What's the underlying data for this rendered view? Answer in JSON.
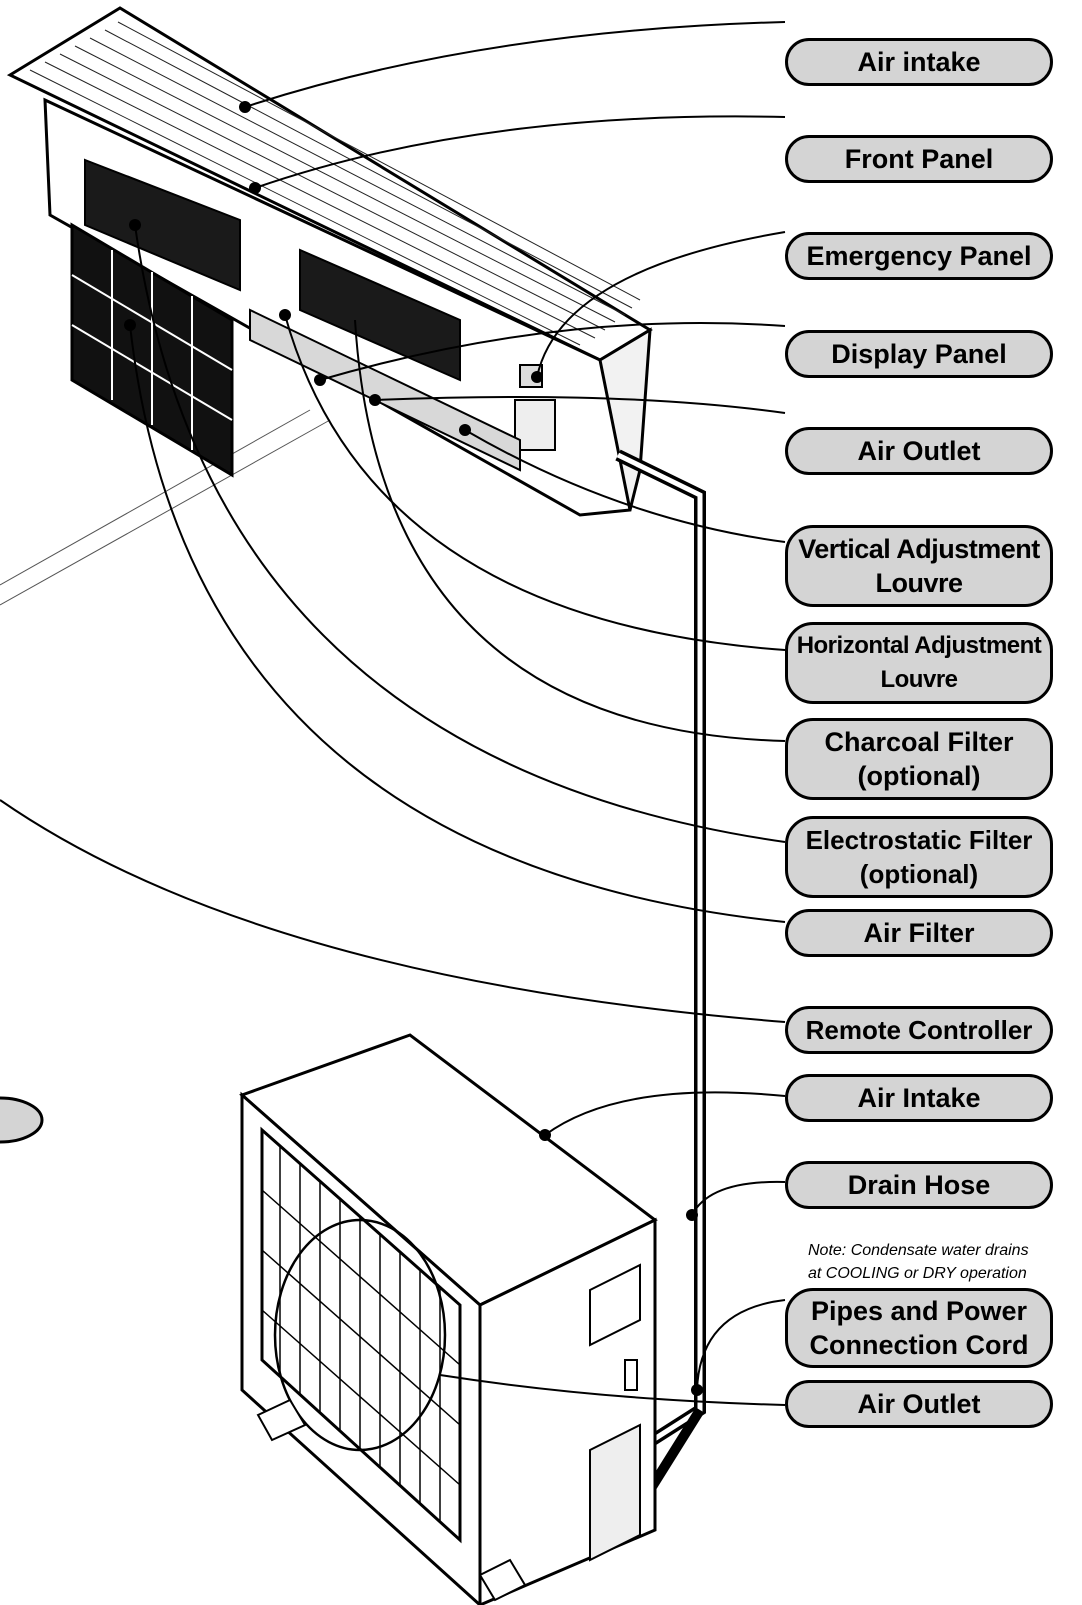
{
  "labels": {
    "air_intake_indoor": "Air intake",
    "front_panel": "Front Panel",
    "emergency_panel": "Emergency Panel",
    "display_panel": "Display Panel",
    "air_outlet_indoor": "Air Outlet",
    "vertical_louvre": "Vertical Adjustment\nLouvre",
    "horizontal_louvre": "Horizontal Adjustment\nLouvre",
    "charcoal_filter": "Charcoal Filter\n(optional)",
    "electrostatic_filter": "Electrostatic Filter\n(optional)",
    "air_filter": "Air Filter",
    "remote_controller": "Remote Controller",
    "air_intake_outdoor": "Air Intake",
    "drain_hose": "Drain Hose",
    "pipes_power": "Pipes and Power\nConnection Cord",
    "air_outlet_outdoor": "Air Outlet"
  },
  "note": "Note: Condensate water drains\nat COOLING or DRY operation",
  "colors": {
    "label_fill": "#d4d4d4",
    "outline": "#000000"
  }
}
